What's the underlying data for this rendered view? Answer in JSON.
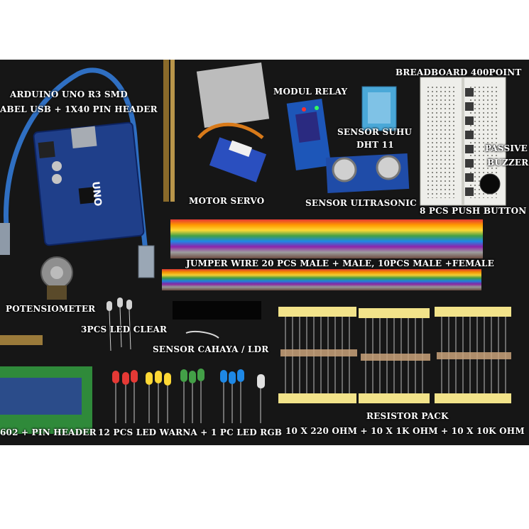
{
  "labels": {
    "arduino_line1": "ARDUINO UNO R3 SMD",
    "arduino_line2": "ABEL USB + 1X40 PIN HEADER",
    "modul_relay": "MODUL RELAY",
    "sensor_suhu_line1": "SENSOR SUHU",
    "sensor_suhu_line2": "DHT 11",
    "breadboard": "BREADBOARD 400POINT",
    "passive_line1": "PASSIVE",
    "passive_line2": "BUZZER",
    "motor_servo": "MOTOR SERVO",
    "sensor_ultrasonic": "SENSOR ULTRASONIC",
    "push_button": "8 PCS PUSH BUTTON",
    "jumper_wire": "JUMPER WIRE 20 PCS MALE + MALE, 10PCS MALE +FEMALE",
    "potensiometer": "POTENSIOMETER",
    "led_clear": "3PCS LED CLEAR",
    "ldr": "SENSOR CAHAYA / LDR",
    "resistor_pack": "RESISTOR PACK",
    "resistor_values": "10 X 220 OHM + 10 X 1K OHM + 10 X 10K OHM",
    "lcd": "602 + PIN HEADER",
    "led_warna": "12 PCS LED WARNA + 1 PC LED RGB"
  },
  "board_text": "UNO",
  "colors": {
    "background": "#161616",
    "label_text": "#ffffff",
    "arduino_board": "#1f3f8a",
    "usb_cable": "#2f6fc2",
    "relay_module": "#1d56b8",
    "dht_sensor": "#4aa8d8",
    "breadboard": "#eeeeea",
    "resistor_tape": "#f2e38a",
    "lcd_screen": "#2b4c8a",
    "lcd_pcb": "#2f8a3a"
  }
}
